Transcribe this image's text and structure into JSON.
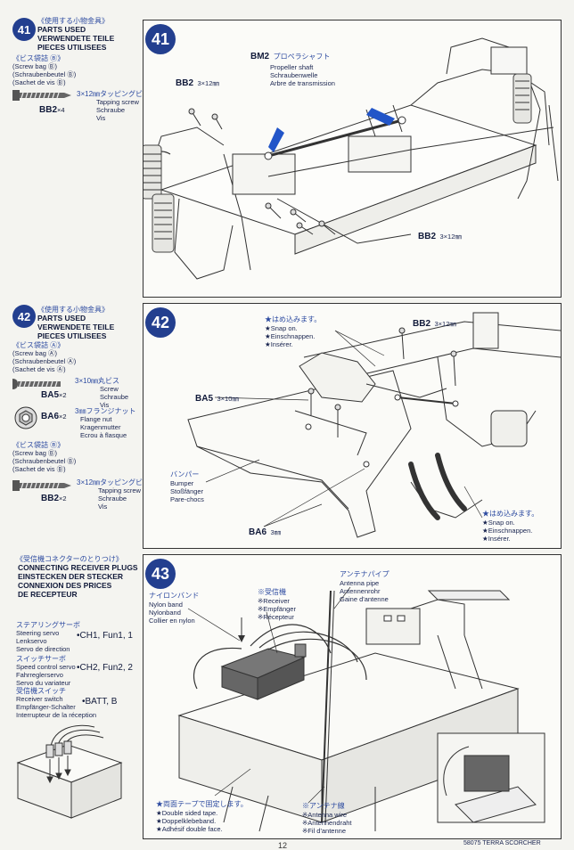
{
  "steps": {
    "s41": {
      "num": "41",
      "jp_title": "《使用する小物金具》",
      "title_lines": [
        "PARTS USED",
        "VERWENDETE TEILE",
        "PIECES UTILISEES"
      ],
      "bag_jp": "《ビス袋詰 Ⓑ》",
      "bag_lines": [
        "(Screw bag Ⓑ)",
        "(Schraubenbeutel Ⓑ)",
        "(Sachet de vis Ⓑ)"
      ],
      "part": {
        "code": "BB2",
        "qty": "×4",
        "jp": "3×12㎜タッピングビス",
        "lines": [
          "Tapping screw",
          "Schraube",
          "Vis"
        ]
      },
      "diagram": {
        "num": "41",
        "bm2_code": "BM2",
        "bm2_jp": "プロペラシャフト",
        "bm2_lines": [
          "Propeller shaft",
          "Schraubenwelle",
          "Arbre de transmission"
        ],
        "bb2_top": "BB2",
        "bb2_top_size": "3×12㎜",
        "bb2_bottom": "BB2",
        "bb2_bottom_size": "3×12㎜"
      }
    },
    "s42": {
      "num": "42",
      "jp_title": "《使用する小物金具》",
      "title_lines": [
        "PARTS USED",
        "VERWENDETE TEILE",
        "PIECES UTILISEES"
      ],
      "bag_a_jp": "《ビス袋詰 Ⓐ》",
      "bag_a_lines": [
        "(Screw bag Ⓐ)",
        "(Schraubenbeutel Ⓐ)",
        "(Sachet de vis Ⓐ)"
      ],
      "part_ba5": {
        "code": "BA5",
        "qty": "×2",
        "jp": "3×10㎜丸ビス",
        "lines": [
          "Screw",
          "Schraube",
          "Vis"
        ]
      },
      "part_ba6": {
        "code": "BA6",
        "qty": "×2",
        "jp": "3㎜フランジナット",
        "lines": [
          "Flange nut",
          "Kragenmutter",
          "Ecrou à flasque"
        ]
      },
      "bag_b_jp": "《ビス袋詰 Ⓑ》",
      "bag_b_lines": [
        "(Screw bag Ⓑ)",
        "(Schraubenbeutel Ⓑ)",
        "(Sachet de vis Ⓑ)"
      ],
      "part_bb2": {
        "code": "BB2",
        "qty": "×2",
        "jp": "3×12㎜タッピングビス",
        "lines": [
          "Tapping screw",
          "Schraube",
          "Vis"
        ]
      },
      "diagram": {
        "num": "42",
        "snap_jp": "★はめ込みます。",
        "snap_lines": [
          "★Snap on.",
          "★Einschnappen.",
          "★Insérer."
        ],
        "bb2": "BB2",
        "bb2_size": "3×12㎜",
        "ba5": "BA5",
        "ba5_size": "3×10㎜",
        "bumper_jp": "バンパー",
        "bumper_lines": [
          "Bumper",
          "Stoßfänger",
          "Pare-chocs"
        ],
        "ba6": "BA6",
        "ba6_size": "3㎜",
        "snap2_jp": "★はめ込みます。",
        "snap2_lines": [
          "★Snap on.",
          "★Einschnappen.",
          "★Insérer."
        ]
      }
    },
    "s43": {
      "jp_title": "《受信機コネクターのとりつけ》",
      "title_lines": [
        "CONNECTING RECEIVER PLUGS",
        "EINSTECKEN DER STECKER",
        "CONNEXION DES PRICES",
        "DE RECEPTEUR"
      ],
      "steering_jp": "ステアリングサーボ",
      "steering_lines": [
        "Steering servo",
        "Lenkservo",
        "Servo de direction"
      ],
      "steering_ch": "•CH1, Fun1, 1",
      "speed_jp": "スイッチサーボ",
      "speed_lines": [
        "Speed control servo",
        "Fahrreglerservo",
        "Servo du variateur"
      ],
      "speed_ch": "•CH2, Fun2, 2",
      "switch_jp": "受信機スイッチ",
      "switch_lines": [
        "Receiver switch",
        "Empfänger-Schalter",
        "Interrupteur de la réception"
      ],
      "switch_ch": "•BATT, B",
      "diagram": {
        "num": "43",
        "nylon_jp": "ナイロンバンド",
        "nylon_lines": [
          "Nylon band",
          "Nylonband",
          "Collier en nylon"
        ],
        "receiver_jp": "※受信機",
        "receiver_lines": [
          "※Receiver",
          "※Empfänger",
          "※Récepteur"
        ],
        "pipe_jp": "アンテナパイプ",
        "pipe_lines": [
          "Antenna pipe",
          "Antennenrohr",
          "Gaine d'antenne"
        ],
        "tape_jp": "★両面テープで固定します。",
        "tape_lines": [
          "★Double sided tape.",
          "★Doppelklebeband.",
          "★Adhésif double face."
        ],
        "wire_jp": "※アンテナ線",
        "wire_lines": [
          "※Antenna wire",
          "※Antennendraht",
          "※Fil d'antenne"
        ]
      }
    }
  },
  "footer": {
    "model": "58075  TERRA SCORCHER",
    "page": "12"
  }
}
